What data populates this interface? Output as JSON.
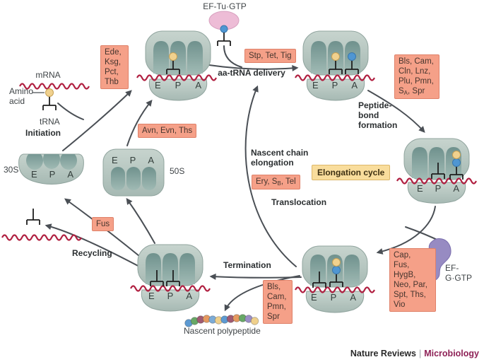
{
  "colors": {
    "mrna": "#b01f40",
    "ribosome_body": "#b7c7c1",
    "ribosome_pocket": "#7d9f9a",
    "inhibitor_box": "#f5a088",
    "cycle_box": "#f9dd9c",
    "amino_acid_yellow": "#f0d18e",
    "amino_acid_blue": "#5b9bd5",
    "ef_tu_pink": "#edbcd6",
    "ef_g_purple": "#978bc2",
    "arrow": "#4a4f55",
    "journal_accent": "#8e2156"
  },
  "sites": {
    "e": "E",
    "p": "P",
    "a": "A"
  },
  "labels": {
    "ef_tu": "EF-Tu·GTP",
    "ef_g": "EF-G·GTP",
    "mrna": "mRNA",
    "amino_acid": "Amino\nacid",
    "trna": "tRNA",
    "initiation": "Initiation",
    "s30": "30S",
    "s50": "50S",
    "aa_trna_delivery": "aa-tRNA delivery",
    "peptide_bond": "Peptide-\nbond\nformation",
    "translocation": "Translocation",
    "nascent_chain": "Nascent chain\nelongation",
    "elongation_cycle": "Elongation cycle",
    "termination": "Termination",
    "recycling": "Recycling",
    "nascent_polypeptide": "Nascent polypeptide"
  },
  "inhibitor_boxes": {
    "initiation": "Ede,\nKsg,\nPct,\nThb",
    "subunit_joining": "Avn, Evn, Ths",
    "aa_trna_delivery": "Stp, Tet, Tig",
    "peptide_bond": {
      "pre": "Bls, Cam,\nCln, Lnz,\nPlu, Pmn,\nS",
      "sub": "A",
      "post": ", Spr"
    },
    "nascent_chain": {
      "pre": "Ery, S",
      "sub": "B",
      "post": ", Tel"
    },
    "translocation": "Cap,\nFus,\nHygB,\nNeo, Par,\nSpt, Ths,\nVio",
    "termination": "Bls,\nCam,\nPmn,\nSpr",
    "recycling": "Fus"
  },
  "polypeptide_beads": [
    "#5d9ad2",
    "#67a866",
    "#a05a72",
    "#e5995f",
    "#7cabd6",
    "#efd08c",
    "#5d9ad2",
    "#a05a72",
    "#e5995f",
    "#67a866",
    "#9a8ec6",
    "#efd08c"
  ],
  "footer": {
    "journal": "Nature Reviews",
    "divider": "|",
    "section": "Microbiology"
  }
}
